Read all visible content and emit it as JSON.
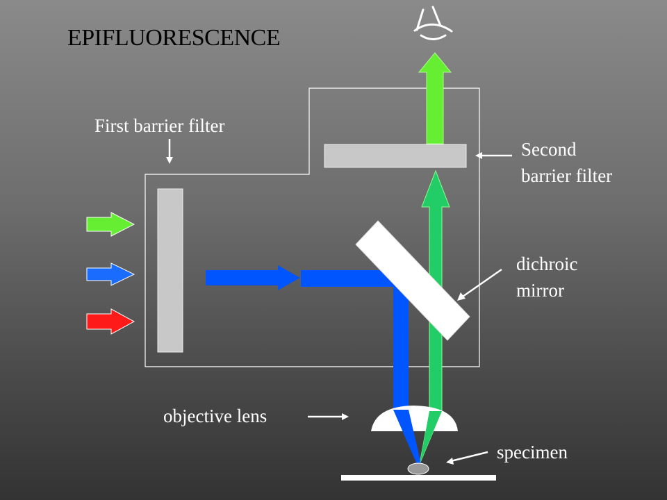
{
  "title": "EPIFLUORESCENCE",
  "labels": {
    "first_barrier_filter": "First barrier filter",
    "second_barrier_filter": [
      "Second",
      "barrier filter"
    ],
    "dichroic_mirror": [
      "dichroic",
      "mirror"
    ],
    "objective_lens": "objective lens",
    "specimen": "specimen"
  },
  "icons": {
    "observer": "eye-icon"
  },
  "colors": {
    "background_top": "#8a8a8a",
    "background_bottom": "#333333",
    "excitation_blue": "#0055ff",
    "emission_green": "#22cc66",
    "output_green": "#66ee33",
    "input_green": "#66ee33",
    "input_blue": "#1a6cff",
    "input_red": "#ff1a1a",
    "filter_gray": "#c8c8c8",
    "text": "#ffffff"
  }
}
